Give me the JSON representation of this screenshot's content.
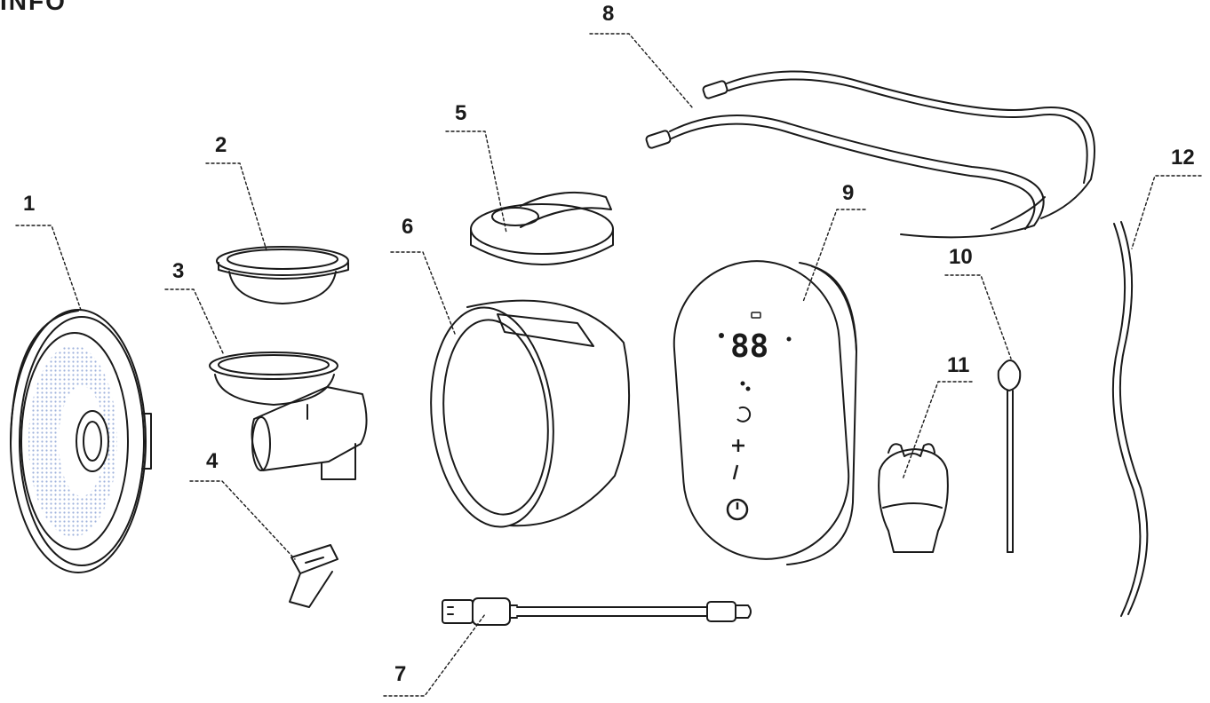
{
  "header_fragment": "INFO",
  "callouts": [
    "1",
    "2",
    "3",
    "4",
    "5",
    "6",
    "7",
    "8",
    "9",
    "10",
    "11",
    "12"
  ],
  "parts": [
    {
      "callout": "1",
      "name": "flange"
    },
    {
      "callout": "2",
      "name": "membrane"
    },
    {
      "callout": "3",
      "name": "connector"
    },
    {
      "callout": "4",
      "name": "valve"
    },
    {
      "callout": "5",
      "name": "lid"
    },
    {
      "callout": "6",
      "name": "collection-cup"
    },
    {
      "callout": "7",
      "name": "usb-cable"
    },
    {
      "callout": "8",
      "name": "tubing"
    },
    {
      "callout": "9",
      "name": "motor-unit"
    },
    {
      "callout": "10",
      "name": "cleaning-brush"
    },
    {
      "callout": "11",
      "name": "duckbill-valve"
    },
    {
      "callout": "12",
      "name": "spare-tube"
    }
  ],
  "display": {
    "digits": "88"
  },
  "colors": {
    "line": "#1a1a1a",
    "mesh": "#b9c8e8",
    "paper": "#ffffff"
  }
}
